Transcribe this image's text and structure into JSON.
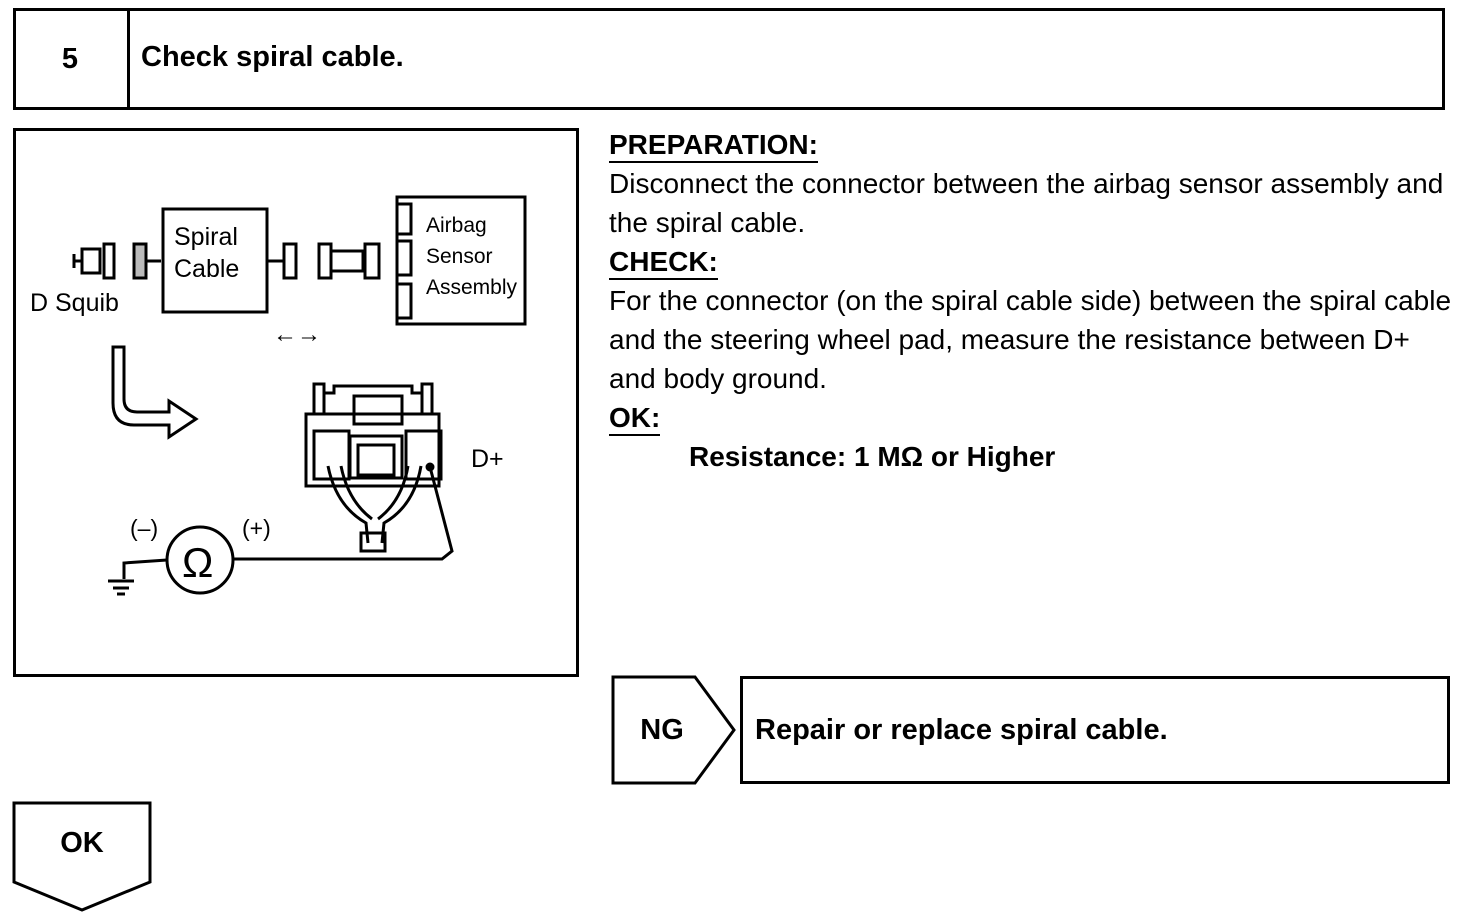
{
  "step": {
    "number": "5",
    "title": "Check spiral cable."
  },
  "diagram": {
    "spiral_cable_line1": "Spiral",
    "spiral_cable_line2": "Cable",
    "airbag_line1": "Airbag",
    "airbag_line2": "Sensor",
    "airbag_line3": "Assembly",
    "d_squib": "D Squib",
    "d_plus": "D+",
    "minus": "(–)",
    "plus": "(+)",
    "ohm_symbol": "Ω",
    "disconnect_arrows": "←→"
  },
  "instructions": {
    "preparation_heading": "PREPARATION:",
    "preparation_text": "Disconnect the connector between the airbag sensor assembly and the spiral cable.",
    "check_heading": "CHECK:",
    "check_text": "For the connector (on the spiral cable side) between the spiral cable and the steering wheel pad, measure the resistance between D+ and body ground.",
    "ok_heading": "OK:",
    "ok_spec": "Resistance:  1 MΩ or Higher"
  },
  "outcomes": {
    "ng_label": "NG",
    "ng_action": "Repair or replace spiral cable.",
    "ok_label": "OK"
  }
}
